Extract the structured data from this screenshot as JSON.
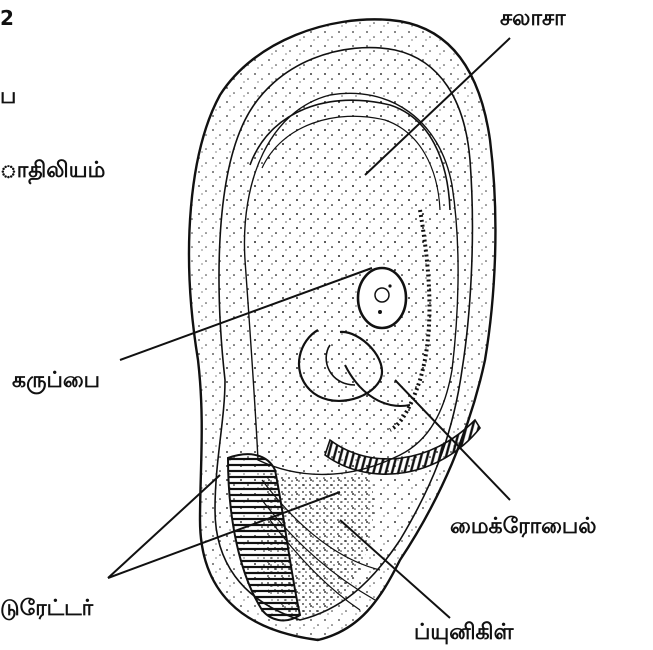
{
  "diagram": {
    "labels": {
      "top_left_fragment": "2",
      "salasa": "சலாசா",
      "pa_fragment": "ப",
      "thiliyam_fragment": "ாதிலியம்",
      "karuppai": "கருப்பை",
      "microbile": "மைக்ரோபைல்",
      "antheridia_fragment": "டுரேட்டர்",
      "pyunikil": "ப்யுனிகிள்"
    },
    "colors": {
      "ink": "#111111",
      "paper": "#ffffff",
      "stipple": "#333333"
    }
  }
}
